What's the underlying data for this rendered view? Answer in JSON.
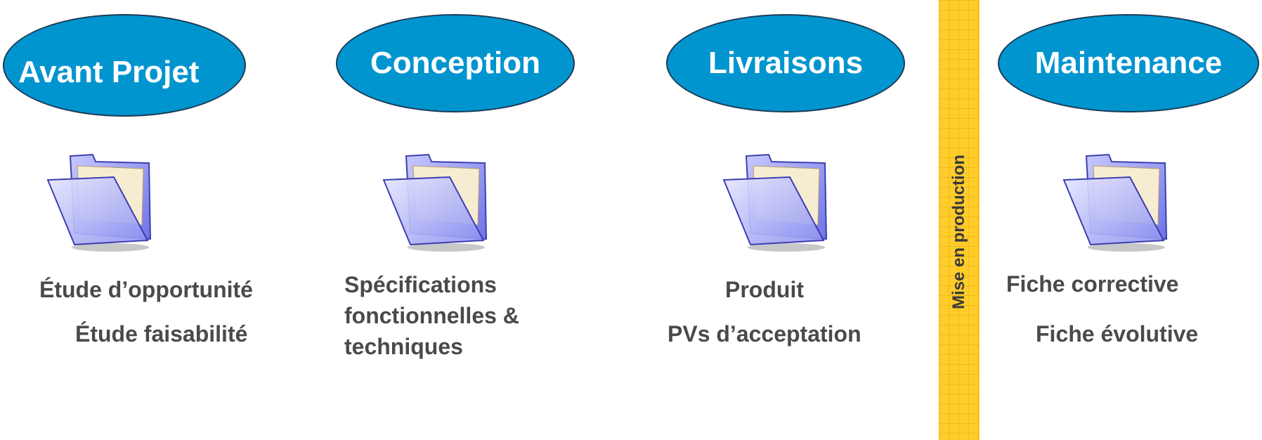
{
  "phases": [
    {
      "title": "Avant Projet",
      "items": [
        "Étude d’opportunité",
        "Étude faisabilité"
      ]
    },
    {
      "title": "Conception",
      "items": [
        "Spécifications",
        "fonctionnelles &",
        "techniques"
      ]
    },
    {
      "title": "Livraisons",
      "items": [
        "Produit",
        "PVs d’acceptation"
      ]
    },
    {
      "title": "Maintenance",
      "items": [
        "Fiche corrective",
        "Fiche évolutive"
      ]
    }
  ],
  "milestone": {
    "label": "Mise en production"
  },
  "icons": {
    "folder": "folder-icon"
  },
  "colors": {
    "ellipse": "#0095cf",
    "bar": "#ffcc2a",
    "text": "#4a4a4a"
  }
}
